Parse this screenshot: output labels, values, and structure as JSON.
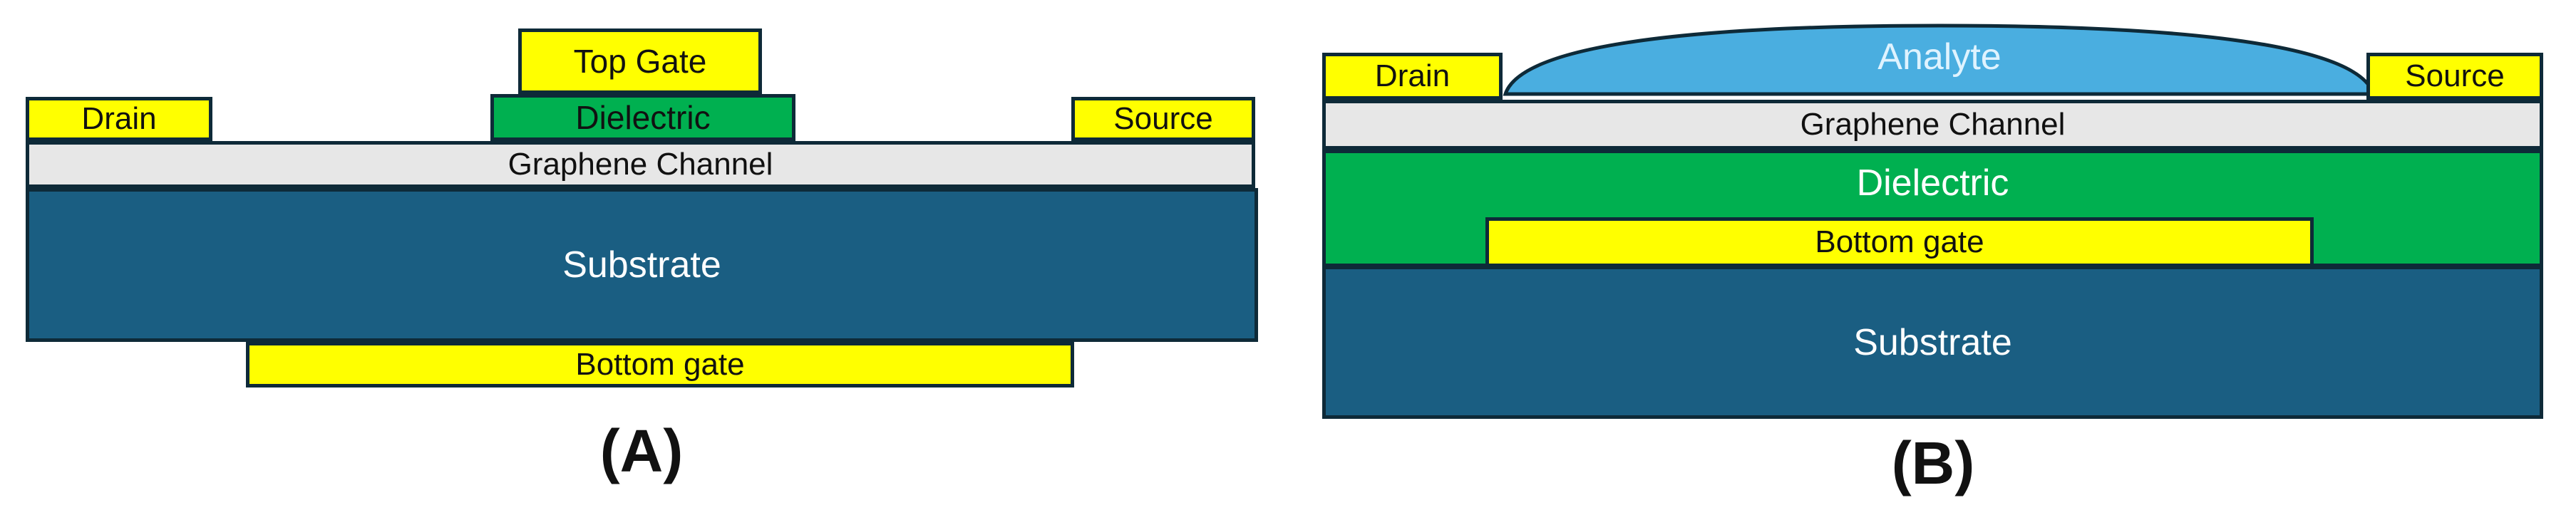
{
  "panel_a": {
    "top_gate": "Top Gate",
    "dielectric": "Dielectric",
    "drain": "Drain",
    "source": "Source",
    "graphene_channel": "Graphene Channel",
    "substrate": "Substrate",
    "bottom_gate": "Bottom gate",
    "label": "(A)"
  },
  "panel_b": {
    "analyte": "Analyte",
    "drain": "Drain",
    "source": "Source",
    "graphene_channel": "Graphene Channel",
    "dielectric": "Dielectric",
    "bottom_gate": "Bottom gate",
    "substrate": "Substrate",
    "label": "(B)"
  },
  "colors": {
    "gate": "#ffff00",
    "dielectric": "#00b050",
    "channel": "#e7e7e7",
    "substrate": "#1a5e82",
    "analyte": "#4aaee0",
    "outline": "#0e2a38"
  }
}
